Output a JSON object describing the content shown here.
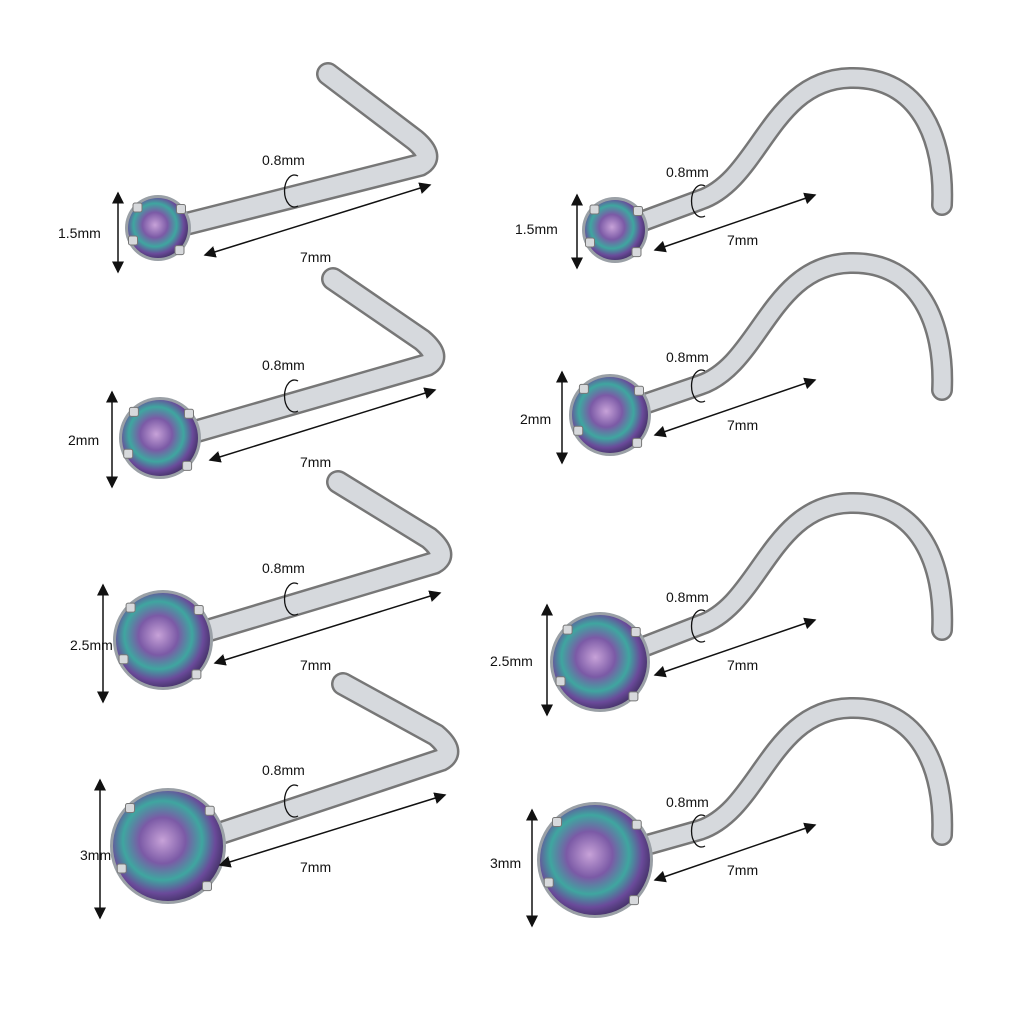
{
  "colors": {
    "metal": "#c9ccd1",
    "metal_dark": "#8d9197",
    "gem_a": "#7b5aa6",
    "gem_b": "#3fa6a0",
    "line": "#111111"
  },
  "left_column": {
    "style": "L-shape nose stud",
    "items": [
      {
        "gem_size": "1.5mm",
        "gauge": "0.8mm",
        "length": "7mm"
      },
      {
        "gem_size": "2mm",
        "gauge": "0.8mm",
        "length": "7mm"
      },
      {
        "gem_size": "2.5mm",
        "gauge": "0.8mm",
        "length": "7mm"
      },
      {
        "gem_size": "3mm",
        "gauge": "0.8mm",
        "length": "7mm"
      }
    ]
  },
  "right_column": {
    "style": "screw nose stud",
    "items": [
      {
        "gem_size": "1.5mm",
        "gauge": "0.8mm",
        "length": "7mm"
      },
      {
        "gem_size": "2mm",
        "gauge": "0.8mm",
        "length": "7mm"
      },
      {
        "gem_size": "2.5mm",
        "gauge": "0.8mm",
        "length": "7mm"
      },
      {
        "gem_size": "3mm",
        "gauge": "0.8mm",
        "length": "7mm"
      }
    ]
  }
}
